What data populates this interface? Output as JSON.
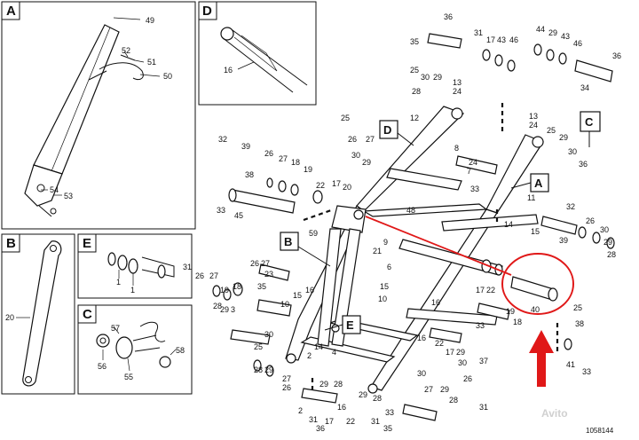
{
  "panels": {
    "A": {
      "letter": "A",
      "labels": [
        "49",
        "52",
        "51",
        "50",
        "54",
        "53"
      ]
    },
    "B": {
      "letter": "B",
      "labels": [
        "20"
      ]
    },
    "C": {
      "letter": "C",
      "labels": [
        "57",
        "58",
        "56",
        "55"
      ]
    },
    "D": {
      "letter": "D",
      "labels": [
        "16"
      ]
    },
    "E": {
      "letter": "E",
      "labels": [
        "1",
        "1"
      ]
    }
  },
  "callouts": {
    "A": "A",
    "B": "B",
    "C": "C",
    "D": "D",
    "E": "E"
  },
  "highlight": {
    "part": "40",
    "color": "#e01818"
  },
  "drawing_number": "1058144",
  "watermark": "Avito"
}
